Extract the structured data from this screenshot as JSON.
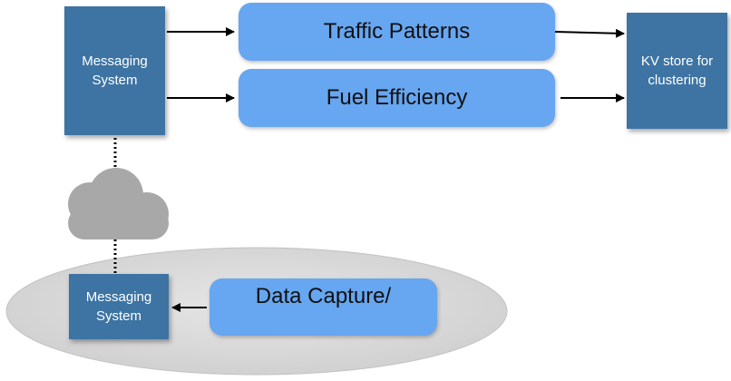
{
  "nodes": {
    "messaging_top": {
      "label": "Messaging\nSystem"
    },
    "traffic": {
      "label": "Traffic Patterns"
    },
    "fuel": {
      "label": "Fuel Efficiency"
    },
    "kv_store": {
      "label": "KV store for\nclustering"
    },
    "messaging_bottom": {
      "label": "Messaging\nSystem"
    },
    "data_capture": {
      "label": "Data Capture/"
    }
  },
  "colors": {
    "dark_box": "#3d74a3",
    "pill": "#67a6f0",
    "cloud": "#a9a9a9",
    "ellipse": "#dcdcdc"
  },
  "icons": [
    "cloud-icon"
  ]
}
